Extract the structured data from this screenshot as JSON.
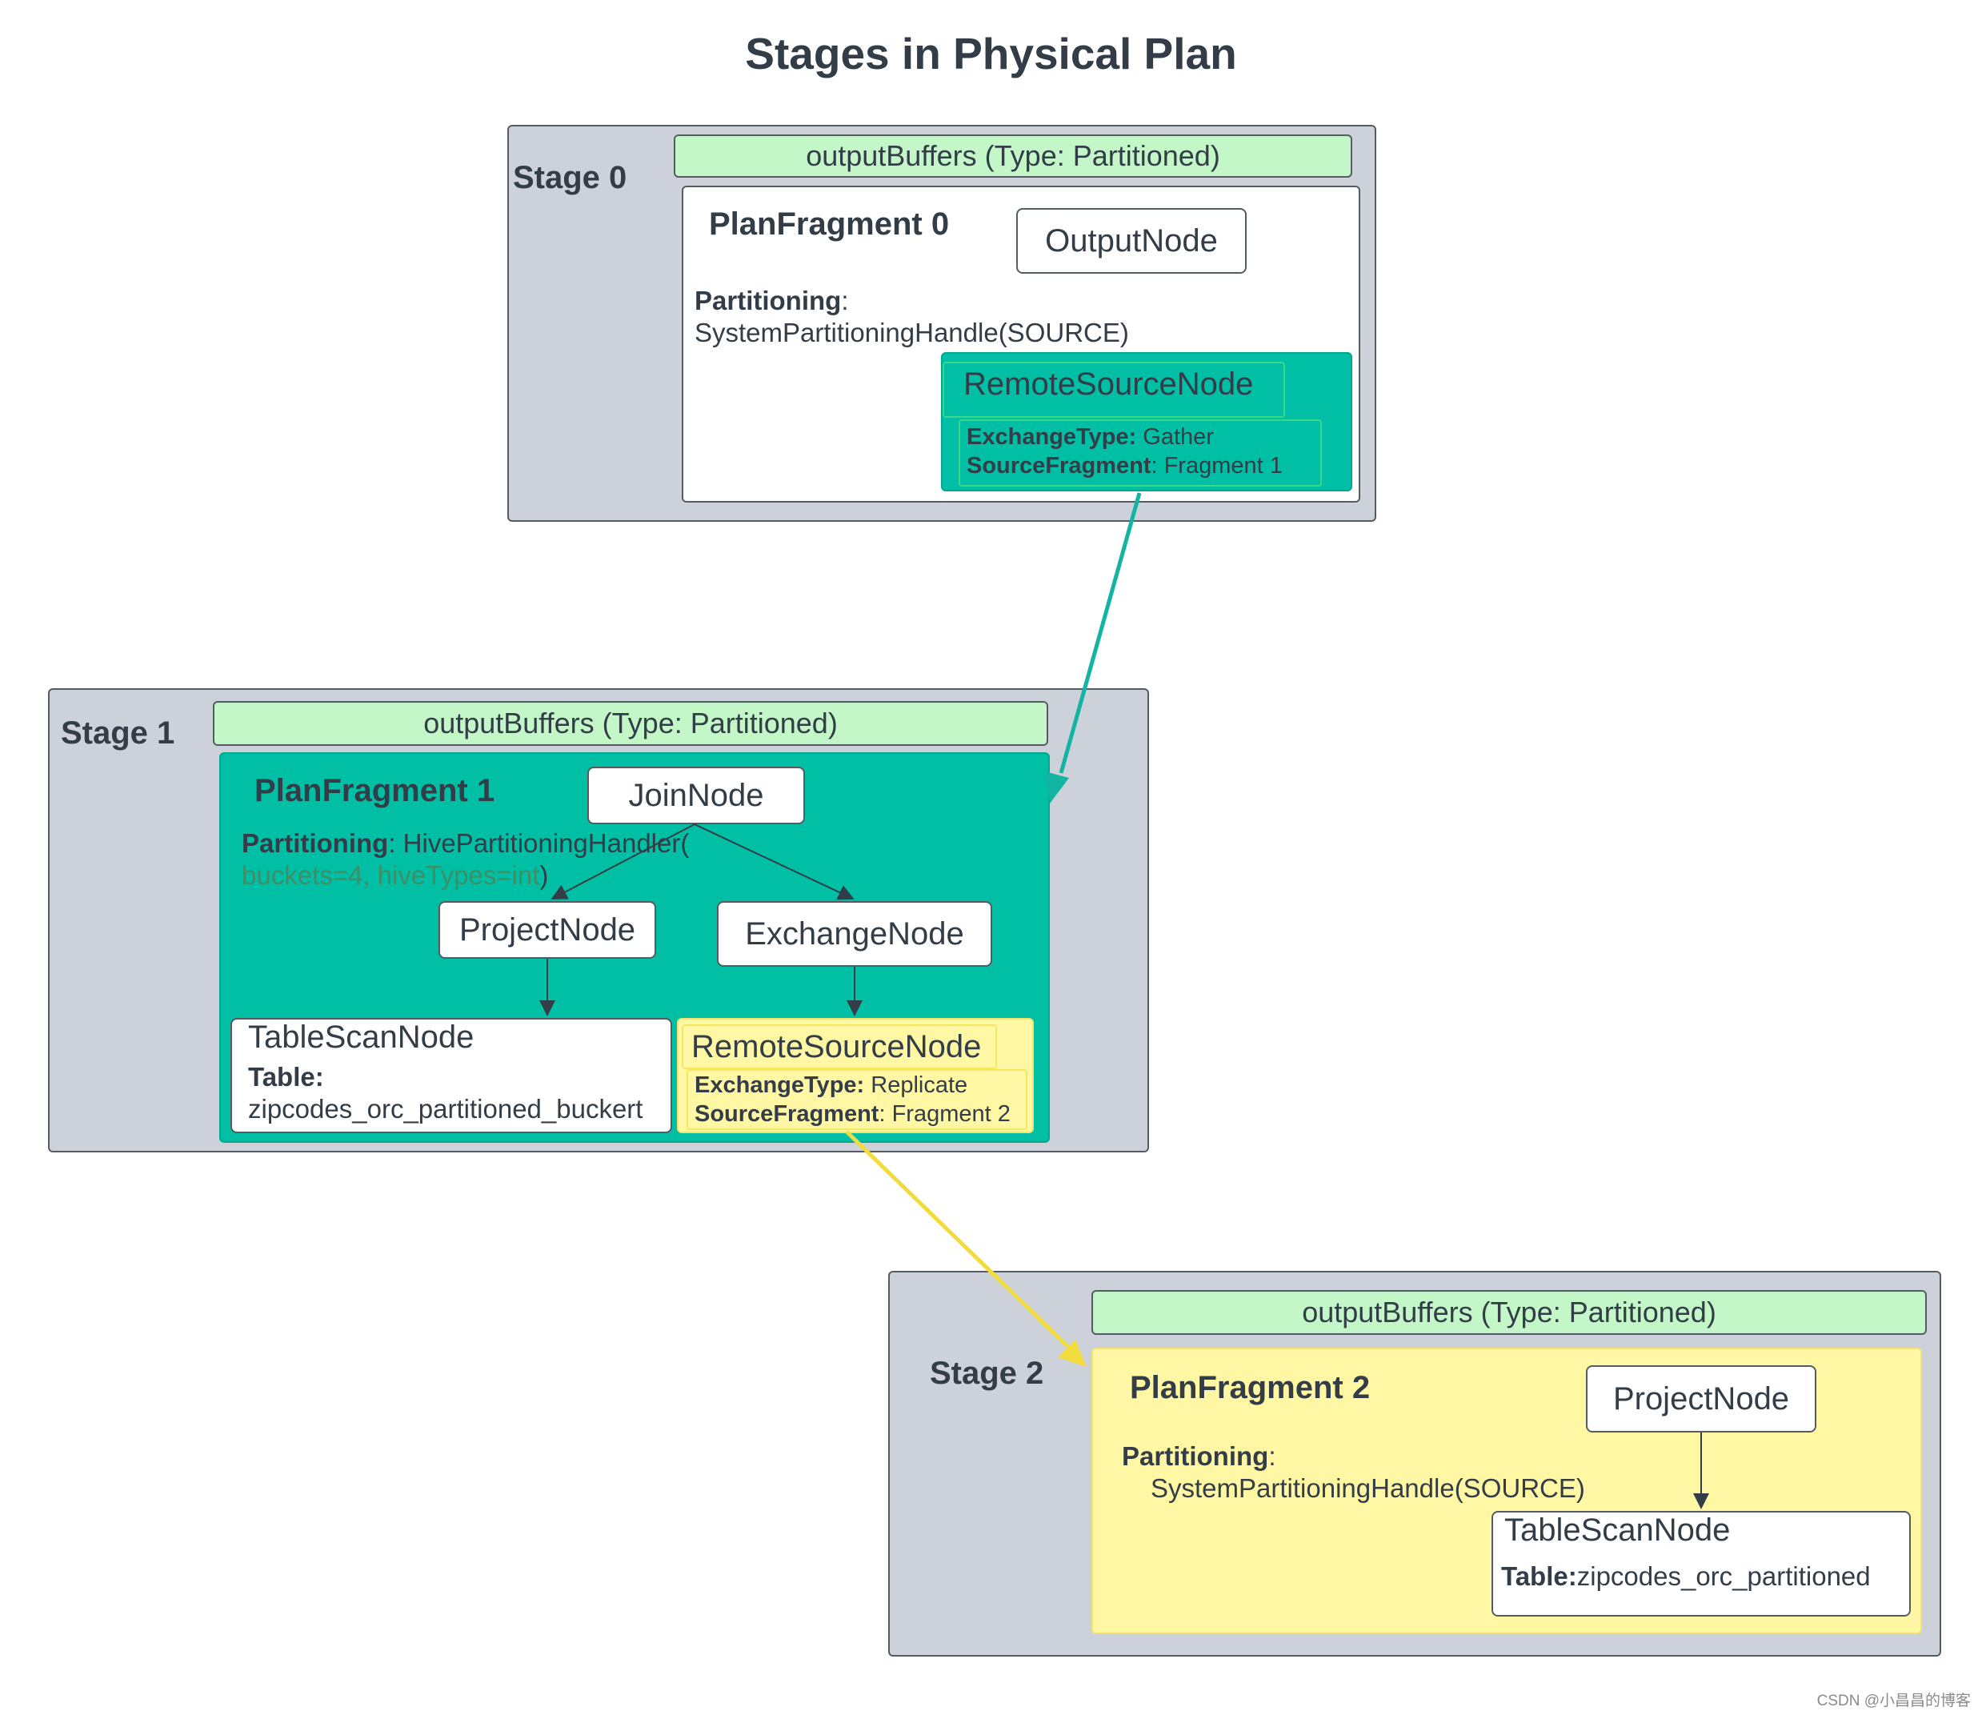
{
  "title": "Stages in Physical Plan",
  "stage0": {
    "label": "Stage 0",
    "output_buffers": "outputBuffers (Type: Partitioned)",
    "fragment": {
      "title": "PlanFragment 0",
      "output_node": "OutputNode",
      "partitioning_label": "Partitioning",
      "partitioning_colon": ":",
      "partitioning_value": "SystemPartitioningHandle(SOURCE)",
      "remote_source": {
        "title": "RemoteSourceNode",
        "exchange_label": "ExchangeType:",
        "exchange_value": " Gather",
        "source_label": "SourceFragment",
        "source_value": ": Fragment 1"
      }
    }
  },
  "stage1": {
    "label": "Stage 1",
    "output_buffers": "outputBuffers (Type: Partitioned)",
    "fragment": {
      "title": "PlanFragment 1",
      "join_node": "JoinNode",
      "partitioning_label": "Partitioning",
      "partitioning_value": ": HivePartitioningHandler(",
      "partitioning_value_2": "buckets=4, hiveTypes=int",
      "partitioning_value_3": ")",
      "project_node": "ProjectNode",
      "exchange_node": "ExchangeNode",
      "table_scan": {
        "title": "TableScanNode",
        "table_label": "Table:",
        "table_value": "zipcodes_orc_partitioned_buckert"
      },
      "remote_source": {
        "title": "RemoteSourceNode",
        "exchange_label": "ExchangeType:",
        "exchange_value": " Replicate",
        "source_label": "SourceFragment",
        "source_value": ": Fragment 2"
      }
    }
  },
  "stage2": {
    "label": "Stage 2",
    "output_buffers": "outputBuffers (Type: Partitioned)",
    "fragment": {
      "title": "PlanFragment 2",
      "project_node": "ProjectNode",
      "partitioning_label": "Partitioning",
      "partitioning_colon": ":",
      "partitioning_value": "SystemPartitioningHandle(SOURCE)",
      "table_scan": {
        "title": "TableScanNode",
        "table_label": "Table:",
        "table_value": "zipcodes_orc_partitioned"
      }
    }
  },
  "watermark": "CSDN @小昌昌的博客",
  "colors": {
    "stage_bg": "#cdd2da",
    "buffer_bg": "#c4f7c8",
    "teal": "#00bfa5",
    "yellow": "#fff7a3",
    "arrow_teal": "#13b5a2",
    "arrow_yellow": "#f2db3c",
    "arrow_dark": "#333d47"
  }
}
